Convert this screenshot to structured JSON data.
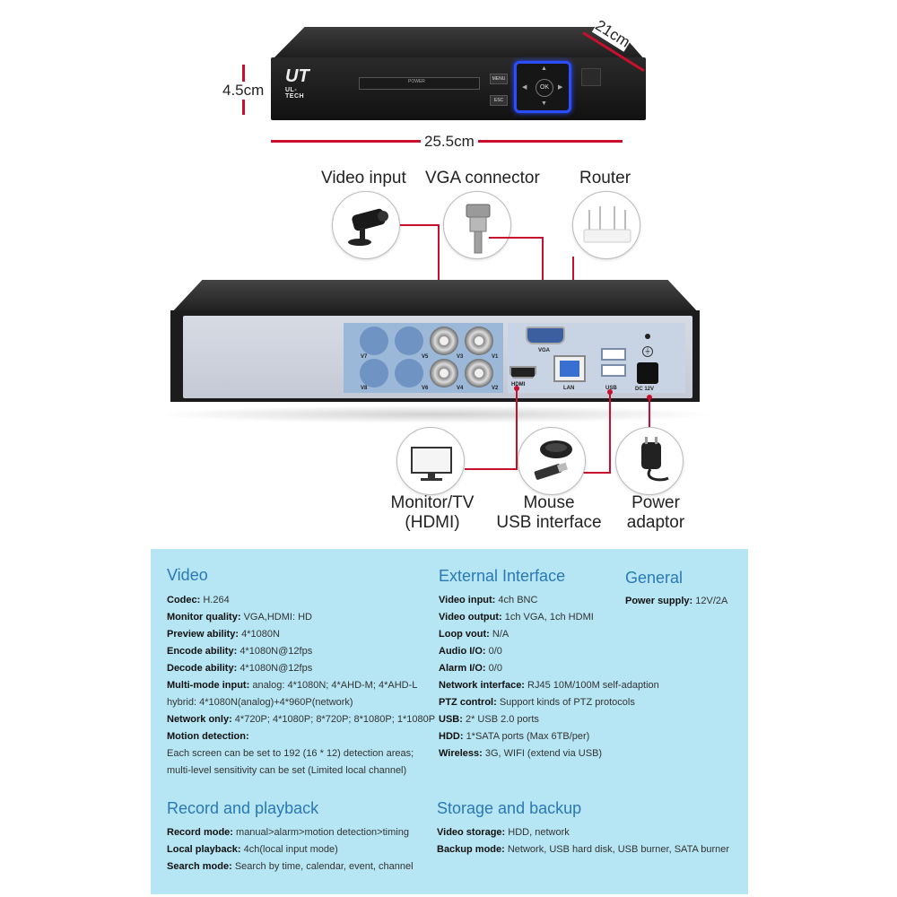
{
  "dimensions": {
    "height": "4.5cm",
    "depth": "21cm",
    "width": "25.5cm"
  },
  "front_panel": {
    "logo_mark": "UT",
    "logo_text": "UL-TECH",
    "power_label": "POWER",
    "menu_label": "MENU",
    "esc_label": "ESC",
    "ok_label": "OK"
  },
  "connections": {
    "video_input": "Video input",
    "vga_connector": "VGA connector",
    "router": "Router",
    "monitor_line1": "Monitor/TV",
    "monitor_line2": "(HDMI)",
    "mouse_line1": "Mouse",
    "mouse_line2": "USB interface",
    "power_line1": "Power",
    "power_line2": "adaptor"
  },
  "back_panel": {
    "v7": "V7",
    "v5": "V5",
    "v3": "V3",
    "v1": "V1",
    "v8": "V8",
    "v6": "V6",
    "v4": "V4",
    "v2": "V2",
    "vga": "VGA",
    "hdmi": "HDMI",
    "lan": "LAN",
    "usb": "USB",
    "dc": "DC 12V"
  },
  "specs": {
    "video": {
      "title": "Video",
      "codec_k": "Codec:",
      "codec_v": "H.264",
      "monitor_k": "Monitor quality:",
      "monitor_v": "VGA,HDMI: HD",
      "preview_k": "Preview ability:",
      "preview_v": "4*1080N",
      "encode_k": "Encode ability:",
      "encode_v": "4*1080N@12fps",
      "decode_k": "Decode ability:",
      "decode_v": "4*1080N@12fps",
      "multi_k": "Multi-mode input:",
      "multi_v": "analog: 4*1080N; 4*AHD-M; 4*AHD-L",
      "multi_v2": "hybrid: 4*1080N(analog)+4*960P(network)",
      "network_k": "Network only:",
      "network_v": "4*720P; 4*1080P; 8*720P; 8*1080P; 1*1080P",
      "motion_k": "Motion detection:",
      "motion_v1": "Each screen can be set to 192 (16 * 12) detection areas;",
      "motion_v2": "multi-level sensitivity can be set (Limited local channel)"
    },
    "external": {
      "title": "External Interface",
      "vin_k": "Video input:",
      "vin_v": "4ch BNC",
      "vout_k": "Video output:",
      "vout_v": "1ch VGA, 1ch HDMI",
      "loop_k": "Loop vout:",
      "loop_v": "N/A",
      "audio_k": "Audio I/O:",
      "audio_v": "0/0",
      "alarm_k": "Alarm I/O:",
      "alarm_v": "0/0",
      "net_k": "Network interface:",
      "net_v": "RJ45 10M/100M self-adaption",
      "ptz_k": "PTZ control:",
      "ptz_v": "Support kinds of PTZ protocols",
      "usb_k": "USB:",
      "usb_v": "2* USB 2.0 ports",
      "hdd_k": "HDD:",
      "hdd_v": "1*SATA ports (Max 6TB/per)",
      "wireless_k": "Wireless:",
      "wireless_v": "3G, WIFI (extend via USB)"
    },
    "general": {
      "title": "General",
      "power_k": "Power supply:",
      "power_v": "12V/2A"
    },
    "record": {
      "title": "Record and playback",
      "mode_k": "Record mode:",
      "mode_v": "manual>alarm>motion detection>timing",
      "local_k": "Local playback:",
      "local_v": "4ch(local input mode)",
      "search_k": "Search mode:",
      "search_v": "Search by time, calendar, event, channel"
    },
    "storage": {
      "title": "Storage and backup",
      "vs_k": "Video storage:",
      "vs_v": "HDD, network",
      "bm_k": "Backup mode:",
      "bm_v": "Network, USB hard disk, USB burner, SATA burner"
    }
  },
  "colors": {
    "accent_red": "#c8102e",
    "panel_blue": "#b6e5f3",
    "title_blue": "#2a79b5",
    "ok_button_blue": "#2b4dff"
  }
}
